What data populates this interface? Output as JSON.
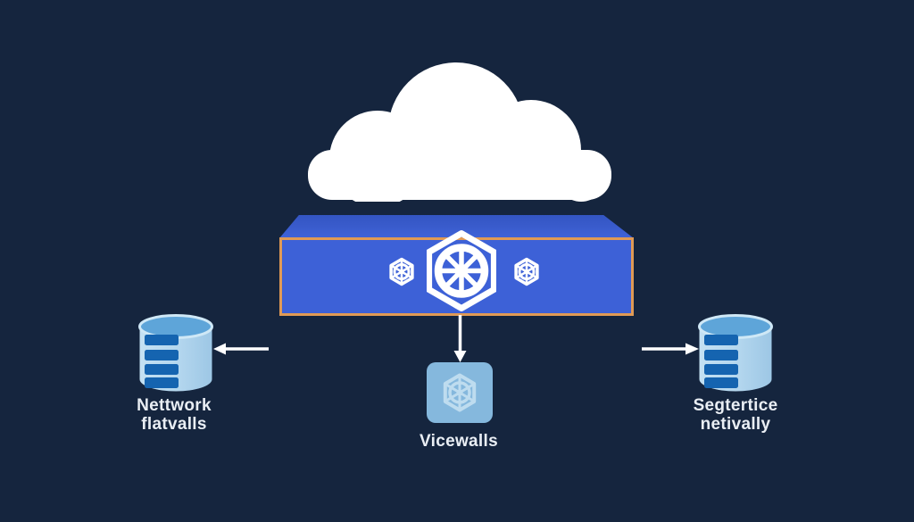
{
  "diagram_type": "cloud-kubernetes-architecture-illustration",
  "labels": {
    "left": {
      "line1": "Nettwork",
      "line2": "flatvalls"
    },
    "center": {
      "line1": "Vicewalls"
    },
    "right": {
      "line1": "Segtertice",
      "line2": "netivally"
    }
  },
  "icons": {
    "cloud-icon": "white cloud silhouette (overlapping circles with flat base)",
    "kubernetes-wheel-icon": "hexagon outline containing spoked helm wheel",
    "database-icon": "light blue cylinder with four dark blue horizontal bars",
    "service-tile-icon": "rounded light-blue square with helm wheel glyph",
    "arrow-icon": "thin white shaft with solid triangular head"
  },
  "connections": [
    {
      "from": "platform",
      "to": "left-database",
      "direction": "left"
    },
    {
      "from": "platform",
      "to": "service-tile",
      "direction": "down"
    },
    {
      "from": "platform",
      "to": "right-database",
      "direction": "right"
    }
  ],
  "colors": {
    "background": "#15253e",
    "white": "#ffffff",
    "platform_blue": "#3d61d7",
    "platform_top_blue": "#3a5ccd",
    "platform_border_orange": "#e09a55",
    "cylinder_body_light": "#b7d9ef",
    "cylinder_top_fill": "#5ea5d9",
    "cylinder_rim": "#cfe8f6",
    "cylinder_bar_blue": "#1564b0",
    "tile_fill": "#85b8dd",
    "tile_wheel": "#bedcef",
    "label_text": "#e9eef4"
  }
}
